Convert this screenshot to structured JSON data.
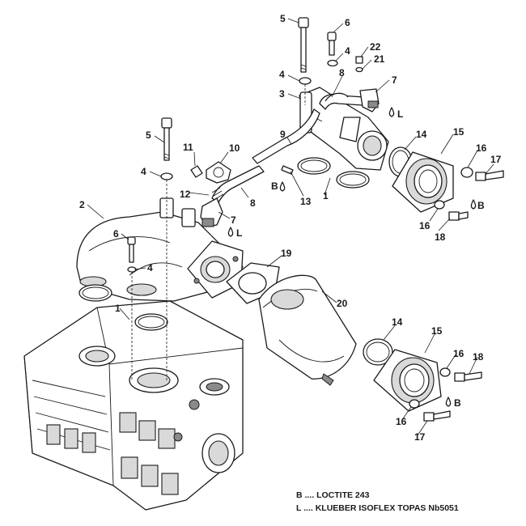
{
  "callouts": {
    "c5a": "5",
    "c6a": "6",
    "c4a": "4",
    "c22": "22",
    "c21": "21",
    "c8a": "8",
    "c7a": "7",
    "c3": "3",
    "cLa": "L",
    "c9": "9",
    "c14a": "14",
    "c15a": "15",
    "c16a": "16",
    "c17a": "17",
    "c11": "11",
    "c10": "10",
    "c5b": "5",
    "c4b": "4",
    "cBa": "B",
    "c13": "13",
    "c1a": "1",
    "c12": "12",
    "c8b": "8",
    "c16b": "16",
    "cBb": "B",
    "c18a": "18",
    "c2": "2",
    "c7b": "7",
    "cLb": "L",
    "c6b": "6",
    "c4c": "4",
    "c19": "19",
    "c1b": "1",
    "c20": "20",
    "c14b": "14",
    "c15b": "15",
    "c16c": "16",
    "c18b": "18",
    "cBc": "B",
    "c16d": "16",
    "c17b": "17"
  },
  "legend": {
    "b": "B .... LOCTITE 243",
    "l": "L .... KLUEBER ISOFLEX TOPAS Nb5051"
  }
}
